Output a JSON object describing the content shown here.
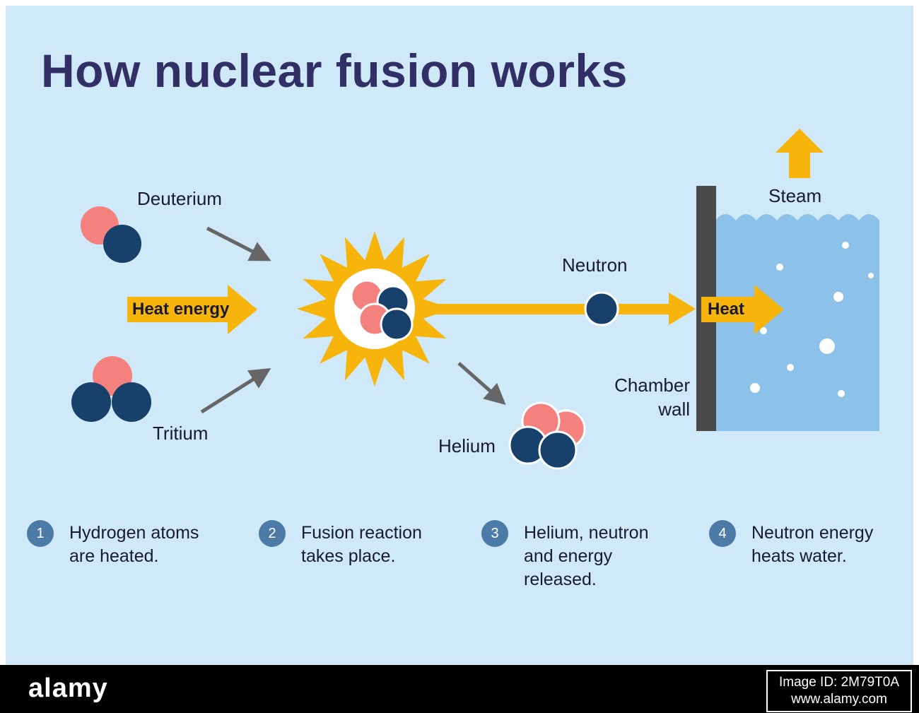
{
  "title": "How nuclear fusion works",
  "labels": {
    "deuterium": "Deuterium",
    "tritium": "Tritium",
    "heat_energy": "Heat energy",
    "neutron": "Neutron",
    "helium": "Helium",
    "steam": "Steam",
    "heat": "Heat",
    "chamber_wall_line1": "Chamber",
    "chamber_wall_line2": "wall"
  },
  "steps": [
    {
      "number": "1",
      "text": "Hydrogen atoms are heated."
    },
    {
      "number": "2",
      "text": "Fusion reaction takes place."
    },
    {
      "number": "3",
      "text": "Helium, neutron and energy released."
    },
    {
      "number": "4",
      "text": "Neutron energy heats water."
    }
  ],
  "footer": {
    "brand": "alamy",
    "image_id": "Image ID: 2M79T0A",
    "url": "www.alamy.com"
  },
  "colors": {
    "background": "#cfe9f8",
    "title": "#322f66",
    "text": "#191935",
    "proton_pink": "#f5817f",
    "neutron_navy": "#17406b",
    "energy_yellow": "#f7b50c",
    "water_blue": "#8cc2e9",
    "wall_gray": "#4a4a4a",
    "arrow_gray": "#666666",
    "badge_blue": "#4d7ba7",
    "footer_black": "#000000"
  }
}
